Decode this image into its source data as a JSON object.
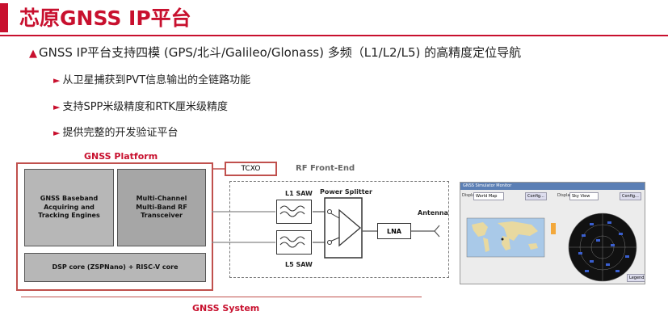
{
  "title": "芯原GNSS IP平台",
  "main_bullet": "GNSS IP平台支持四模 (GPS/北斗/Galileo/Glonass) 多频（L1/L2/L5) 的高精度定位导航",
  "sub_bullets": [
    "从卫星捕获到PVT信息输出的全链路功能",
    "支持SPP米级精度和RTK厘米级精度",
    "提供完整的开发验证平台"
  ],
  "diagram": {
    "platform_label": "GNSS Platform",
    "baseband": "GNSS Baseband Acquiring and Tracking Engines",
    "transceiver": "Multi-Channel Multi-Band RF Transceiver",
    "dsp": "DSP core (ZSPNano) + RISC-V core",
    "tcxo": "TCXO",
    "rf_frontend": "RF Front-End",
    "l1_saw": "L1 SAW",
    "l5_saw": "L5 SAW",
    "power_splitter": "Power Splitter",
    "lna": "LNA",
    "antenna": "Antenna",
    "system_label": "GNSS System"
  },
  "screenshot": {
    "window_title": "GNSS Simulator Monitor",
    "left_display_label": "Display",
    "left_display_value": "World Map",
    "left_config": "Config...",
    "right_display_label": "Display",
    "right_display_value": "Sky View",
    "right_config": "Config...",
    "legend_button": "Legend..."
  },
  "colors": {
    "accent": "#c8102e",
    "box_border": "#c0504d",
    "block_gray": "#a6a6a6"
  }
}
